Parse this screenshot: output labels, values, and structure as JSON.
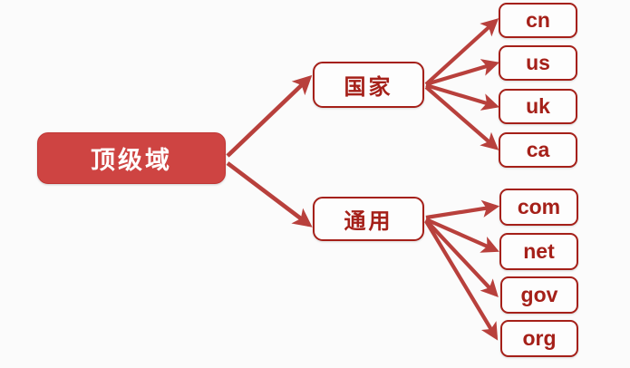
{
  "diagram": {
    "title_node": {
      "label": "顶级域"
    },
    "colors": {
      "root_fill": "#ce4442",
      "root_text": "#ffffff",
      "box_border": "#a52019",
      "box_text": "#a52019",
      "box_fill": "#fdfdfd",
      "edge": "#b8403c",
      "background": "#fbfbfb"
    },
    "branches": [
      {
        "label": "国家",
        "children": [
          {
            "label": "cn"
          },
          {
            "label": "us"
          },
          {
            "label": "uk"
          },
          {
            "label": "ca"
          }
        ]
      },
      {
        "label": "通用",
        "children": [
          {
            "label": "com"
          },
          {
            "label": "net"
          },
          {
            "label": "gov"
          },
          {
            "label": "org"
          }
        ]
      }
    ]
  }
}
